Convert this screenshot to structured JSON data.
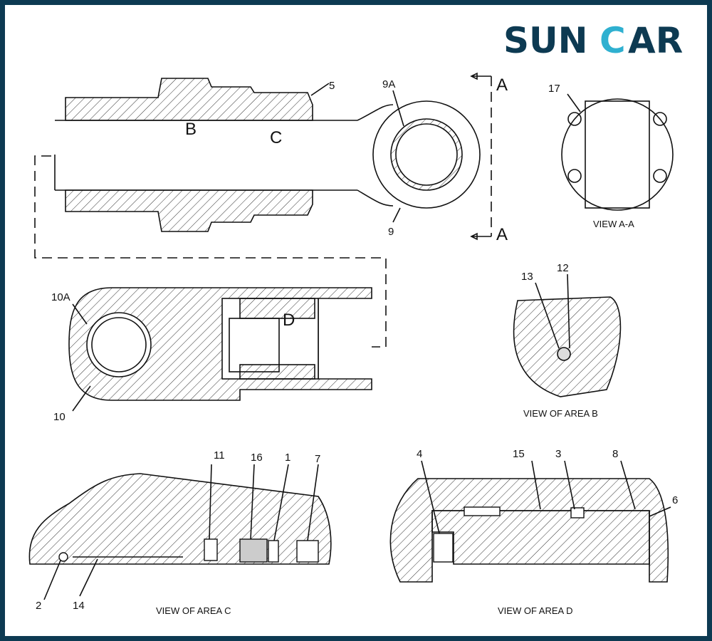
{
  "logo": {
    "text_left": "SUN",
    "text_c": "C",
    "text_right": "AR",
    "colors": {
      "navy": "#0d3a52",
      "teal": "#2fb0d0"
    }
  },
  "main_view": {
    "labels": {
      "part_5": "5",
      "part_9a": "9A",
      "part_9": "9",
      "section_a_top": "A",
      "section_a_bottom": "A",
      "area_b": "B",
      "area_c": "C"
    }
  },
  "view_aa": {
    "part_17": "17",
    "caption": "VIEW A-A"
  },
  "head_view": {
    "labels": {
      "part_10a": "10A",
      "part_10": "10",
      "area_d": "D"
    }
  },
  "view_area_b": {
    "part_13": "13",
    "part_12": "12",
    "caption": "VIEW OF AREA B"
  },
  "view_area_c": {
    "part_11": "11",
    "part_16": "16",
    "part_1": "1",
    "part_7": "7",
    "part_2": "2",
    "part_14": "14",
    "caption": "VIEW OF AREA C"
  },
  "view_area_d": {
    "part_4": "4",
    "part_15": "15",
    "part_3": "3",
    "part_8": "8",
    "part_6": "6",
    "caption": "VIEW OF AREA D"
  }
}
